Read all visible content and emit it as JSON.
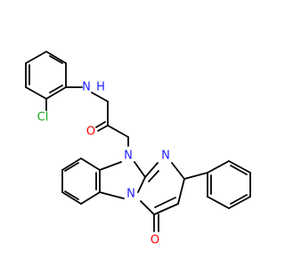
{
  "molecule": {
    "atoms": [
      {
        "id": "cl",
        "text": "Cl",
        "color": "#1aa51a"
      },
      {
        "id": "nh-n",
        "text": "N",
        "color": "#2020ff"
      },
      {
        "id": "nh-h",
        "text": "H",
        "color": "#2020ff"
      },
      {
        "id": "amide-o",
        "text": "O",
        "color": "#ff0000"
      },
      {
        "id": "n-ring",
        "text": "N",
        "color": "#2020ff"
      },
      {
        "id": "n-pyrimidine",
        "text": "N",
        "color": "#2020ff"
      },
      {
        "id": "n-bridge",
        "text": "N",
        "color": "#2020ff"
      },
      {
        "id": "ketone-o",
        "text": "O",
        "color": "#ff0000"
      }
    ]
  }
}
